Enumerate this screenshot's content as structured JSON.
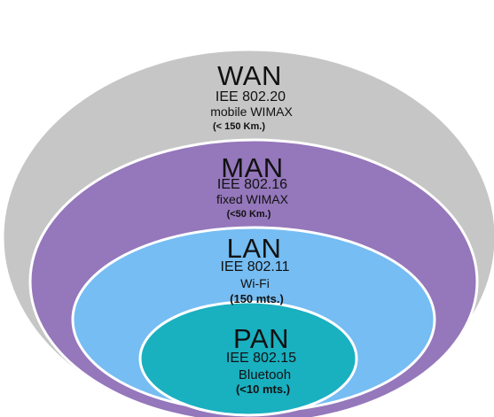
{
  "colors": {
    "wan": "#c6c6c6",
    "man": "#9577bb",
    "lan": "#75bdf2",
    "pan": "#19b0c0",
    "outline": "#ffffff"
  },
  "rings": [
    {
      "id": "wan",
      "title": "WAN",
      "standard": "IEE 802.20",
      "technology": "mobile WIMAX",
      "range": "(< 150 Km.)"
    },
    {
      "id": "man",
      "title": "MAN",
      "standard": "IEE 802.16",
      "technology": "fixed WIMAX",
      "range": "(<50 Km.)"
    },
    {
      "id": "lan",
      "title": "LAN",
      "standard": "IEE 802.11",
      "technology": "Wi-Fi",
      "range": "(150 mts.)"
    },
    {
      "id": "pan",
      "title": "PAN",
      "standard": "IEE 802.15",
      "technology": "Bluetooh",
      "range": "(<10 mts.)"
    }
  ]
}
